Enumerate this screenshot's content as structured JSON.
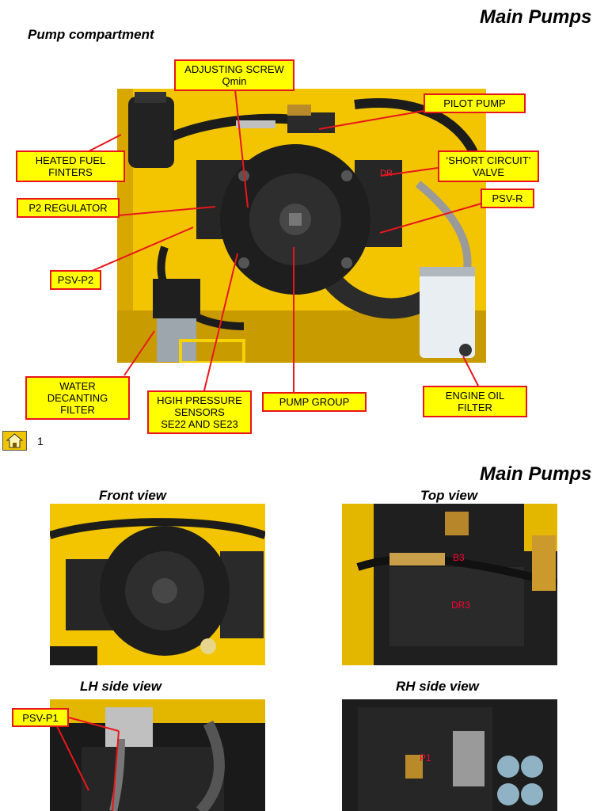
{
  "slide1": {
    "title": "Main Pumps",
    "subtitle": "Pump compartment",
    "callouts": {
      "adjusting_screw": "ADJUSTING SCREW\nQmin",
      "pilot_pump": "PILOT PUMP",
      "heated_fuel_filters": "HEATED FUEL\nFINTERS",
      "short_circuit_valve": "‘SHORT CIRCUIT’\nVALVE",
      "p2_regulator": "P2 REGULATOR",
      "psv_r": "PSV-R",
      "psv_p2": "PSV-P2",
      "water_decanting_filter": "WATER\nDECANTING\nFILTER",
      "high_pressure_sensors": "HGIH PRESSURE\nSENSORS\nSE22 AND SE23",
      "pump_group": "PUMP GROUP",
      "engine_oil_filter": "ENGINE OIL\nFILTER"
    },
    "page_number": "1"
  },
  "slide2": {
    "title": "Main Pumps",
    "views": {
      "front": "Front view",
      "top": "Top view",
      "lh": "LH side view",
      "rh": "RH side view"
    },
    "callouts": {
      "psv_p1": "PSV-P1"
    }
  },
  "photo_labels": {
    "dr": "DR",
    "b3": "B3",
    "dr3": "DR3",
    "p1": "P1"
  },
  "colors": {
    "callout_fill": "#ffff00",
    "callout_border": "#e8161b",
    "leader": "#e8161b",
    "machine_yellow": "#f2c500"
  },
  "icons": {
    "home": "home-icon"
  }
}
